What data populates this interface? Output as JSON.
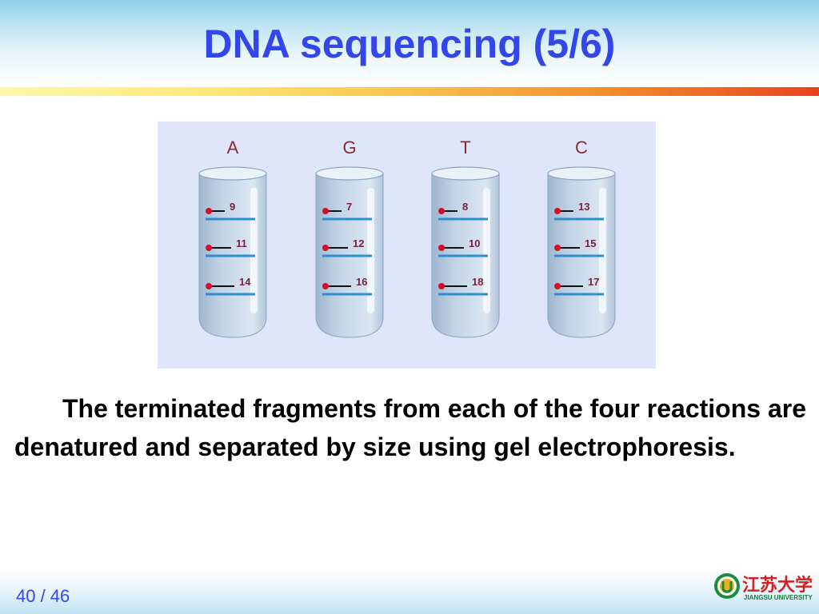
{
  "slide": {
    "title": "DNA sequencing (5/6)",
    "caption": "The terminated fragments from each of the four reactions are denatured and separated by size using gel electrophoresis.",
    "page_number": "40 / 46"
  },
  "figure": {
    "tubes": [
      {
        "label": "A",
        "fragments": [
          "9",
          "11",
          "14"
        ]
      },
      {
        "label": "G",
        "fragments": [
          "7",
          "12",
          "16"
        ]
      },
      {
        "label": "T",
        "fragments": [
          "8",
          "10",
          "18"
        ]
      },
      {
        "label": "C",
        "fragments": [
          "13",
          "15",
          "17"
        ]
      }
    ]
  },
  "logo": {
    "chinese_text": "江苏大学",
    "english_text": "JIANGSU UNIVERSITY"
  },
  "colors": {
    "title": "#3346ea",
    "band_line": "#2b8fcf",
    "marker_dot": "#d0102a",
    "figure_background": "#dfe6fb",
    "tube_label": "#8a2a3a"
  }
}
